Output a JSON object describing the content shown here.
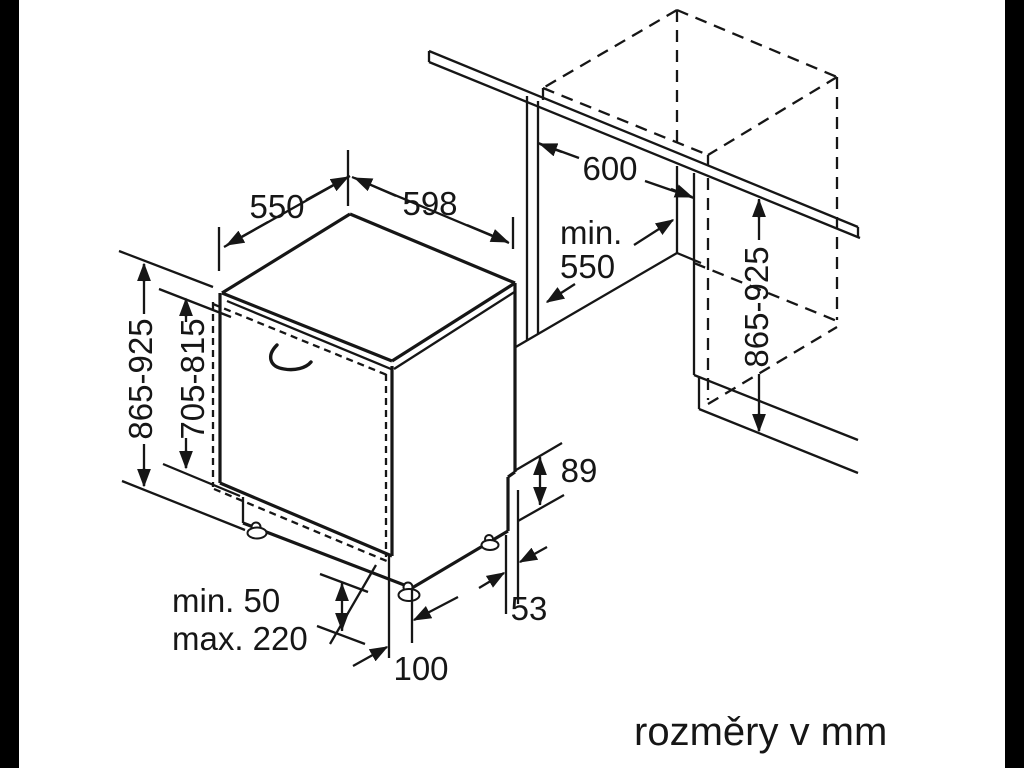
{
  "colors": {
    "ink": "#161616",
    "background": "#ffffff",
    "letterbox": "#000000"
  },
  "caption": "rozměry v mm",
  "dim": {
    "top_depth": "550",
    "top_width": "598",
    "niche_width": "600",
    "niche_depth_word": "min.",
    "niche_depth_value": "550",
    "niche_height": "865-925",
    "appliance_height": "865-925",
    "panel_height": "705-815",
    "plinth_min": "min. 50",
    "plinth_max": "max. 220",
    "base_recess": "100",
    "side_offset": "53",
    "base_strip_height": "89"
  }
}
